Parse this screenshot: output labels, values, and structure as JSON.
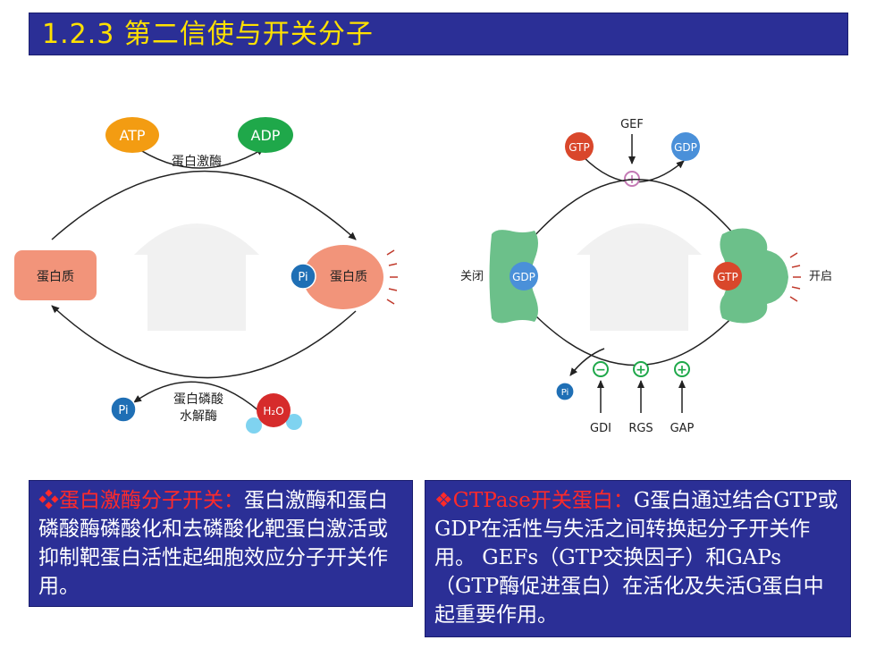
{
  "title": "1.2.3 第二信使与开关分子",
  "left_diagram": {
    "atp": "ATP",
    "adp": "ADP",
    "kinase": "蛋白激酶",
    "protein": "蛋白质",
    "protein_p": "蛋白质",
    "pi_on_protein": "Pi",
    "pi_released": "Pi",
    "phosphatase_line1": "蛋白磷酸",
    "phosphatase_line2": "水解酶",
    "water": "H₂O"
  },
  "right_diagram": {
    "gef": "GEF",
    "gtp_in": "GTP",
    "gdp_out": "GDP",
    "off_label": "关闭",
    "gdp_bound": "GDP",
    "gtp_bound": "GTP",
    "on_label": "开启",
    "pi": "Pi",
    "gdi": "GDI",
    "rgs": "RGS",
    "gap": "GAP",
    "plus": "+",
    "minus": "−"
  },
  "text_box_1": {
    "highlight": "❖蛋白激酶分子开关：",
    "body": "蛋白激酶和蛋白磷酸酶磷酸化和去磷酸化靶蛋白激活或抑制靶蛋白活性起细胞效应分子开关作用。"
  },
  "text_box_2": {
    "highlight": "❖GTPase开关蛋白：",
    "body": "G蛋白通过结合GTP或GDP在活性与失活之间转换起分子开关作用。 GEFs（GTP交换因子）和GAPs（GTP酶促进蛋白）在活化及失活G蛋白中起重要作用。"
  },
  "colors": {
    "title_bg": "#2b2f96",
    "title_text": "#ffe100",
    "highlight": "#ff2a2a",
    "atp": "#f39c12",
    "adp": "#1fa84a",
    "protein": "#f2947a",
    "pi": "#1f6fb5",
    "gtp": "#d9472b",
    "gdp": "#4a90d9",
    "g_protein": "#6cc08a",
    "water": "#d62b2b"
  }
}
